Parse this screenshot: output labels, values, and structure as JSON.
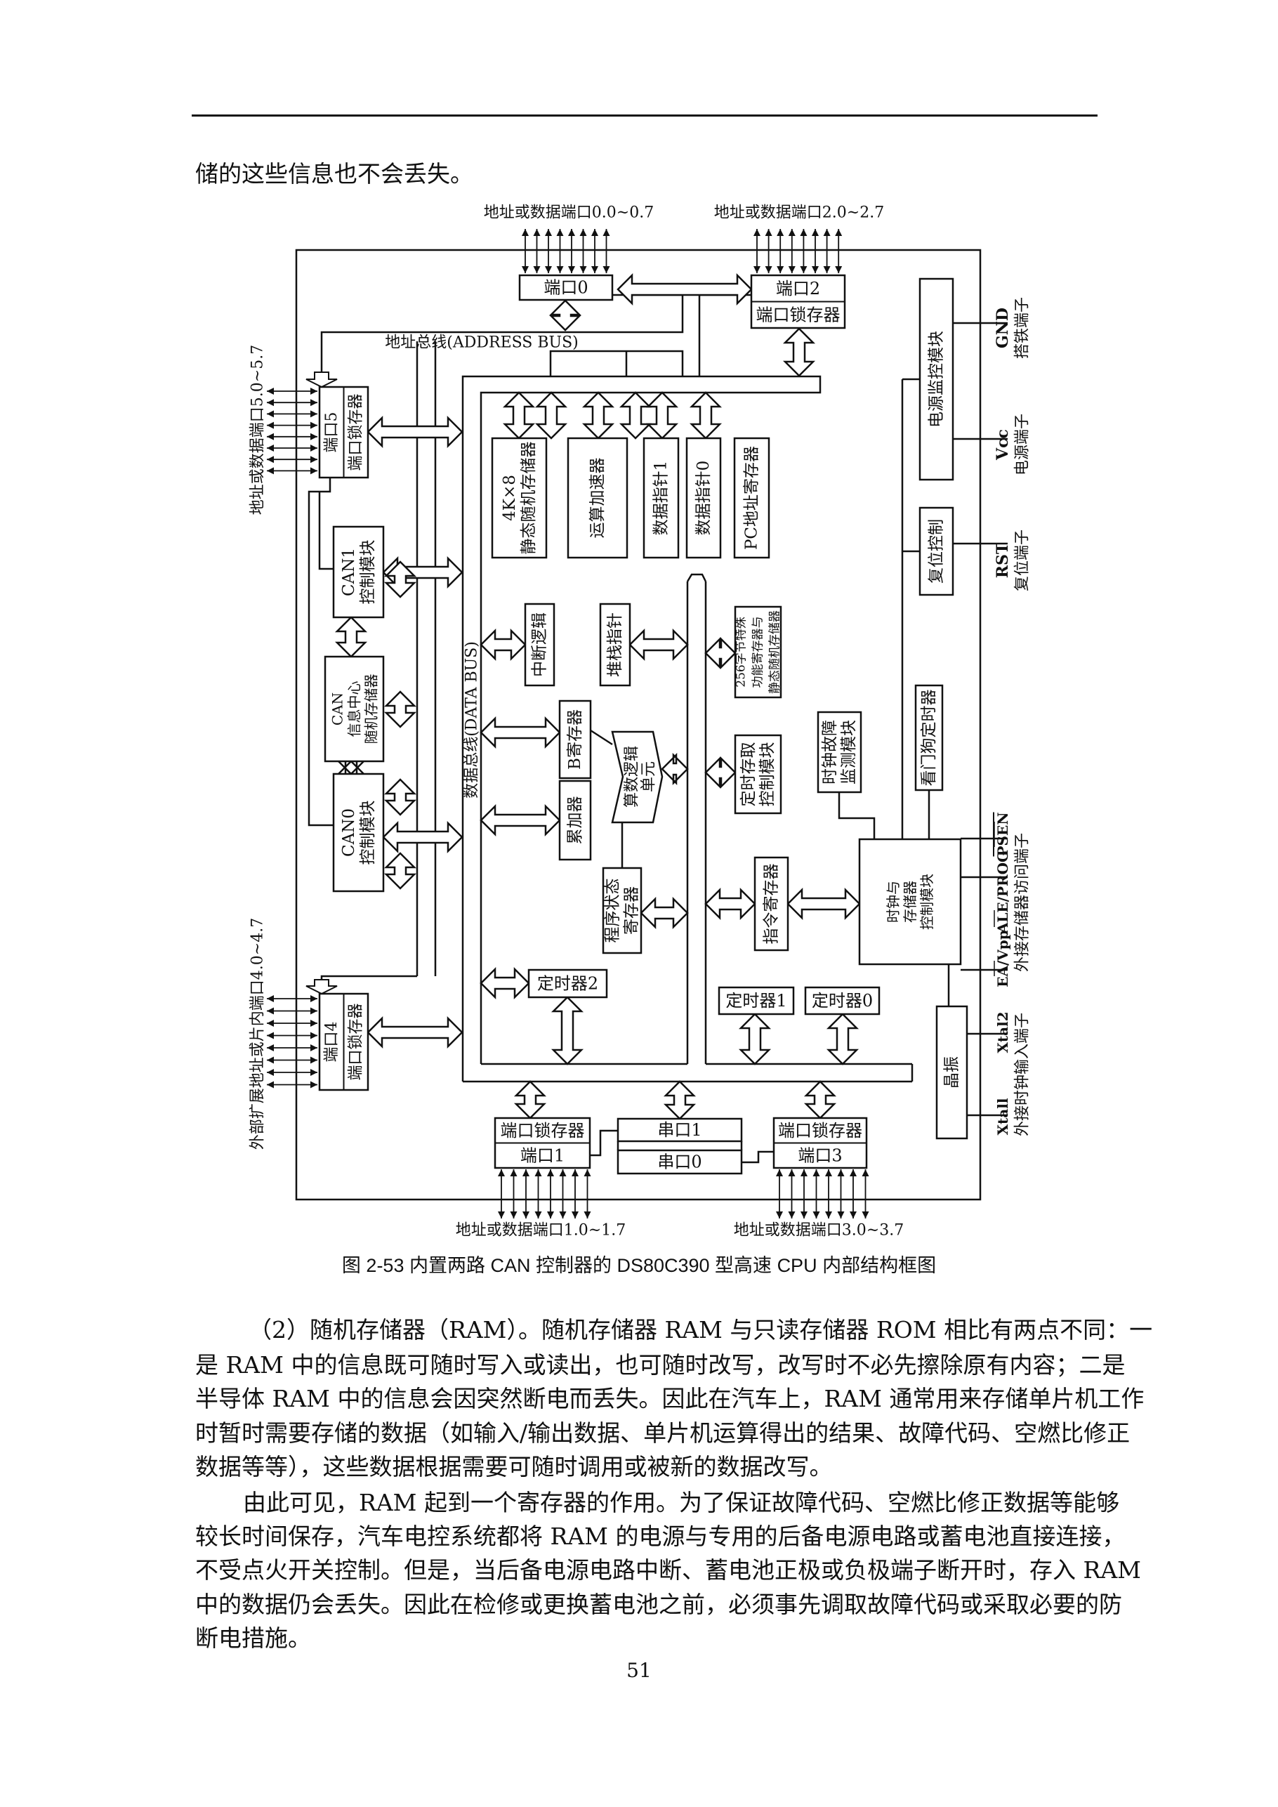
{
  "top_text": "储的这些信息也不会丢失。",
  "figure": {
    "pin_labels": {
      "port0": "地址或数据端口0.0~0.7",
      "port2": "地址或数据端口2.0~2.7",
      "port5": "地址或数据端口5.0~5.7",
      "port4": "外部扩展地址或片内端口4.0~4.7",
      "port1": "地址或数据端口1.0~1.7",
      "port3": "地址或数据端口3.0~3.7"
    },
    "bus_labels": {
      "address": "地址总线(ADDRESS BUS)",
      "data": "数据总线(DATA BUS)"
    },
    "blocks": {
      "port0": [
        "端口0"
      ],
      "port2": [
        "端口2",
        "端口锁存器"
      ],
      "port5": [
        "端口5",
        "端口锁存器"
      ],
      "can1": [
        "CAN1",
        "控制模块"
      ],
      "can_ram": [
        "CAN",
        "信息中心",
        "随机存储器"
      ],
      "can0": [
        "CAN0",
        "控制模块"
      ],
      "port4": [
        "端口4",
        "端口锁存器"
      ],
      "sram": [
        "4K×8",
        "静态随机存储器"
      ],
      "accel": [
        "运算加速器"
      ],
      "dptr1": [
        "数据指针1"
      ],
      "dptr0": [
        "数据指针0"
      ],
      "pc": [
        "PC地址寄存器"
      ],
      "int_logic": [
        "中断逻辑"
      ],
      "sp": [
        "堆栈指针"
      ],
      "sfr": [
        "256字节特殊",
        "功能寄存器与",
        "静态随机存储器"
      ],
      "b_reg": [
        "B寄存器"
      ],
      "acc": [
        "累加器"
      ],
      "alu": [
        "算数逻辑",
        "单元"
      ],
      "timed_access": [
        "定时存取",
        "控制模块"
      ],
      "psw": [
        "程序状态",
        "寄存器"
      ],
      "ir": [
        "指令寄存器"
      ],
      "clk_fail": [
        "时钟故障",
        "监测模块"
      ],
      "watchdog": [
        "看门狗定时器"
      ],
      "clk_mem": [
        "时钟与",
        "存储器",
        "控制模块"
      ],
      "power": [
        "电源监控模块"
      ],
      "reset": [
        "复位控制"
      ],
      "xtal": [
        "晶振"
      ],
      "timer2": [
        "定时器2"
      ],
      "timer1": [
        "定时器1"
      ],
      "timer0": [
        "定时器0"
      ],
      "port1": [
        "端口锁存器",
        "端口1"
      ],
      "uart1": [
        "串口1"
      ],
      "uart0": [
        "串口0"
      ],
      "port3": [
        "端口锁存器",
        "端口3"
      ]
    },
    "terminals": {
      "gnd": [
        "GND",
        "搭铁端子"
      ],
      "vcc": [
        "Vcc",
        "电源端子"
      ],
      "rst": [
        "RST",
        "复位端子"
      ],
      "psen": "PSEN",
      "ale": "ALE/PROG",
      "ea": "EA/Vpp",
      "mem_access": "外接存储器访问端子",
      "xtal2": "Xtal2",
      "xtal1": "Xtall",
      "clk_input": "外接时钟输入端子"
    }
  },
  "caption": "图 2-53 内置两路 CAN 控制器的 DS80C390 型高速 CPU 内部结构框图",
  "paragraphs": [
    [
      "（2）随机存储器（RAM）。随机存储器 RAM 与只读存储器 ROM 相比有两点不同：一",
      "是 RAM 中的信息既可随时写入或读出，也可随时改写，改写时不必先擦除原有内容；二是",
      "半导体 RAM 中的信息会因突然断电而丢失。因此在汽车上，RAM 通常用来存储单片机工作",
      "时暂时需要存储的数据（如输入/输出数据、单片机运算得出的结果、故障代码、空燃比修正",
      "数据等等），这些数据根据需要可随时调用或被新的数据改写。"
    ],
    [
      "由此可见，RAM 起到一个寄存器的作用。为了保证故障代码、空燃比修正数据等能够",
      "较长时间保存，汽车电控系统都将 RAM 的电源与专用的后备电源电路或蓄电池直接连接，",
      "不受点火开关控制。但是，当后备电源电路中断、蓄电池正极或负极端子断开时，存入 RAM",
      "中的数据仍会丢失。因此在检修或更换蓄电池之前，必须事先调取故障代码或采取必要的防",
      "断电措施。"
    ]
  ],
  "page_number": "51"
}
